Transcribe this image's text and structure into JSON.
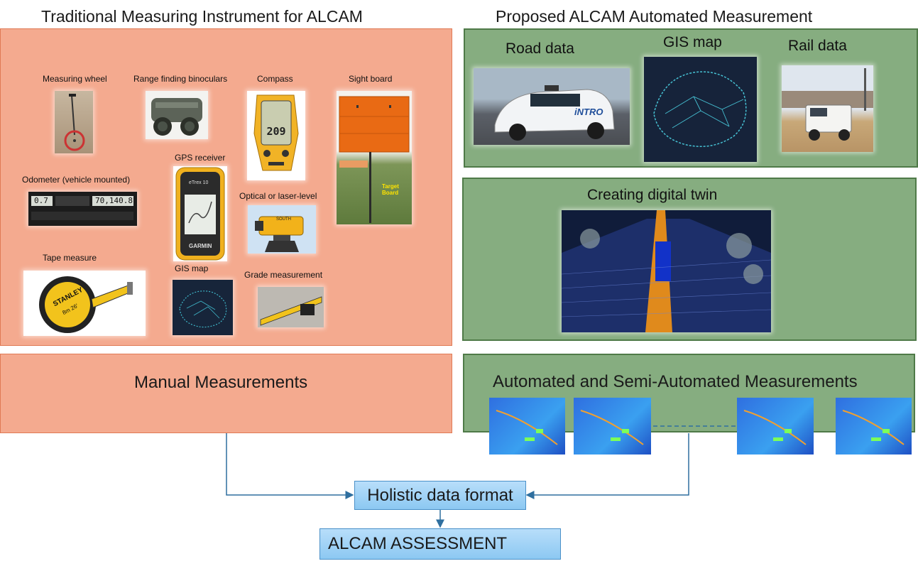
{
  "titles": {
    "traditional": "Traditional Measuring Instrument for ALCAM",
    "proposed": "Proposed ALCAM Automated Measurement"
  },
  "instruments": {
    "measuring_wheel": "Measuring wheel",
    "binoculars": "Range finding binoculars",
    "compass": "Compass",
    "sight_board": "Sight board",
    "gps_receiver": "GPS receiver",
    "odometer": "Odometer (vehicle mounted)",
    "laser_level": "Optical or laser-level",
    "tape_measure": "Tape measure",
    "gis_map": "GIS map",
    "grade": "Grade measurement"
  },
  "image_text": {
    "odometer_left": "0.7",
    "odometer_right": "70,140.8",
    "gps_model": "eTrex 10",
    "gps_brand": "GARMIN",
    "compass_reading": "209",
    "tape_brand": "STANLEY",
    "tape_size": "8m 26'",
    "target_board": "Target Board",
    "laser_brand": "SOUTH",
    "car_logo": "iNTRO"
  },
  "proposed": {
    "road_data": "Road data",
    "gis_map": "GIS map",
    "rail_data": "Rail data",
    "digital_twin": "Creating digital twin"
  },
  "lower": {
    "manual": "Manual Measurements",
    "automated": "Automated and Semi-Automated Measurements"
  },
  "flow": {
    "holistic": "Holistic data format",
    "assessment": "ALCAM ASSESSMENT"
  },
  "colors": {
    "traditional_panel": "#f4aa8f",
    "proposed_panel": "#86ad80",
    "flow_box": "#9fd3f6",
    "connector": "#2f6f9f"
  }
}
